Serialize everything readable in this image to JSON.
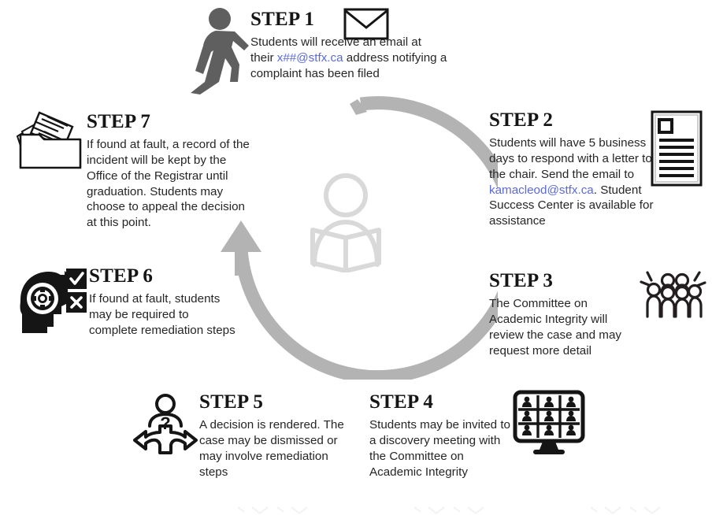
{
  "diagram": {
    "center_icon": "person-reading-book-icon",
    "cycle_arrow": "circular-counterclockwise-arrow",
    "accent_link_color": "#5a6ad8",
    "icon_color_dark": "#151515",
    "icon_color_gray": "#5f5f5f",
    "cycle_color": "#b3b3b3",
    "center_icon_color": "#d9d9d9"
  },
  "steps": [
    {
      "id": "step1",
      "title": "STEP 1",
      "icon": "walking-person-icon",
      "secondary_icon": "envelope-icon",
      "body_parts": [
        {
          "text": "Students will receive an email at their "
        },
        {
          "text": "x##@stfx.ca",
          "link": true
        },
        {
          "text": " address notifying a complaint has been filed"
        }
      ],
      "body_plain": "Students will receive an email at their x##@stfx.ca address notifying a complaint has been filed"
    },
    {
      "id": "step2",
      "title": "STEP 2",
      "icon": "document-with-lines-icon",
      "body_parts": [
        {
          "text": "Students will have 5 business days to respond with a letter to the chair.  Send the email to "
        },
        {
          "text": "kamacleod@stfx.ca",
          "link": true
        },
        {
          "text": ". Student Success Center is available for assistance"
        }
      ],
      "body_plain": "Students will have 5 business days to respond with a letter to the chair.  Send the email to kamacleod@stfx.ca. Student Success Center is available for assistance"
    },
    {
      "id": "step3",
      "title": "STEP 3",
      "icon": "group-of-people-icon",
      "body_parts": [
        {
          "text": "The Committee on Academic Integrity will review the case and may request more detail"
        }
      ],
      "body_plain": "The Committee on Academic Integrity will review the case and may request more detail"
    },
    {
      "id": "step4",
      "title": "STEP 4",
      "icon": "video-meeting-grid-icon",
      "body_parts": [
        {
          "text": "Students may be invited to a discovery meeting with the Committee on Academic Integrity"
        }
      ],
      "body_plain": "Students may be invited to a discovery meeting with the Committee on Academic Integrity"
    },
    {
      "id": "step5",
      "title": "STEP 5",
      "icon": "decision-fork-person-icon",
      "body_parts": [
        {
          "text": "A decision is rendered. The case may be dismissed or may involve remediation steps"
        }
      ],
      "body_plain": "A decision is rendered. The case may be dismissed or may involve remediation steps"
    },
    {
      "id": "step6",
      "title": "STEP 6",
      "icon": "head-with-gear-checkbox-icon",
      "body_parts": [
        {
          "text": "If found at fault, students may be required to complete remediation steps"
        }
      ],
      "body_plain": "If found at fault, students may be required to complete remediation steps"
    },
    {
      "id": "step7",
      "title": "STEP 7",
      "icon": "folder-with-documents-icon",
      "body_parts": [
        {
          "text": "If found at fault, a record of the incident will be kept by the Office of the Registrar until graduation.  Students may choose to appeal the decision at this point."
        }
      ],
      "body_plain": "If found at fault, a record of the incident will be kept by the Office of the Registrar until graduation.  Students may choose to appeal the decision at this point."
    }
  ]
}
